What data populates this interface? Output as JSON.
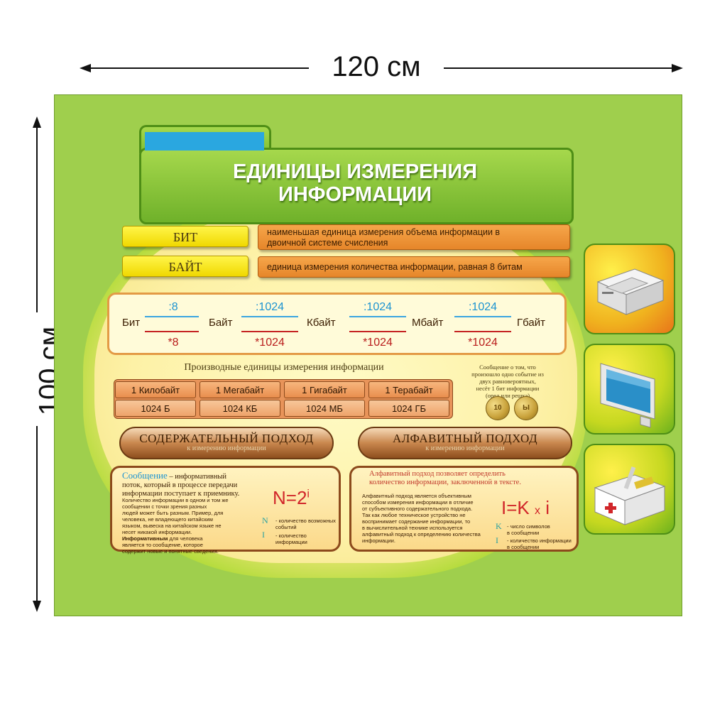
{
  "dimensions": {
    "width_label": "120 см",
    "height_label": "100 см"
  },
  "header": {
    "title_line1": "ЕДИНИЦЫ ИЗМЕРЕНИЯ",
    "title_line2": "ИНФОРМАЦИИ"
  },
  "definitions": [
    {
      "term": "БИТ",
      "text_line1": "наименьшая единица измерения объема информации в",
      "text_line2": "двоичной системе счисления"
    },
    {
      "term": "БАЙТ",
      "text_line1": "единица измерения количества информации, равная 8 битам",
      "text_line2": ""
    }
  ],
  "conversion": {
    "units": [
      "Бит",
      "Байт",
      "Кбайт",
      "Мбайт",
      "Гбайт"
    ],
    "divide": [
      ":8",
      ":1024",
      ":1024",
      ":1024"
    ],
    "multiply": [
      "*8",
      "*1024",
      "*1024",
      "*1024"
    ]
  },
  "derived": {
    "title": "Производные единицы измерения информации",
    "headers": [
      "1 Килобайт",
      "1 Мегабайт",
      "1 Гигабайт",
      "1 Терабайт"
    ],
    "values": [
      "1024 Б",
      "1024 КБ",
      "1024 МБ",
      "1024 ГБ"
    ]
  },
  "coin_note": {
    "lines": [
      "Сообщение о том, что",
      "произошло одно событие из",
      "двух равновероятных,",
      "несёт 1 бит информации",
      "(орел или решка)"
    ],
    "coin1": "10",
    "coin2": "Ы"
  },
  "approaches": {
    "content": {
      "title": "СОДЕРЖАТЕЛЬНЫЙ ПОДХОД",
      "subtitle": "к измерению информации"
    },
    "alphabet": {
      "title": "АЛФАВИТНЫЙ ПОДХОД",
      "subtitle": "к измерению информации"
    }
  },
  "content_panel": {
    "lead_word": "Сообщение",
    "lead_rest": " – информативный",
    "lead_line2": "поток, который  в процессе передачи",
    "lead_line3": "информации поступает к приемнику.",
    "body": [
      "Количество информации в одном и том же",
      "сообщении с точки зрения разных",
      "людей может быть разным. Пример, для",
      "человека, не владеющего китайским",
      "языком, вывеска на китайском языке не",
      "несет никакой информации."
    ],
    "body2_bold": "Информативным",
    "body2_rest": " для человека",
    "body2": [
      "является то сообщение, которое",
      "содержит новые и понятные сведения."
    ],
    "formula_base": "N=2",
    "formula_exp": "i",
    "var1": "N",
    "var1_desc_line1": "- количество возможных",
    "var1_desc_line2": "событий",
    "var2": "I",
    "var2_desc": "- количество информации"
  },
  "alphabet_panel": {
    "lead_line1": "Алфавитный  подход позволяет определить",
    "lead_line2": "количество информации, заключенной  в тексте.",
    "body": [
      "Алфавитный подход является объективным",
      "способом измерения информации в отличие",
      "от субъективного содержательного подхода.",
      "Так как любое техническое устройство не",
      "воспринимает содержание информации, то",
      "в вычислительной технике используется",
      "алфавитный подход к определению количества",
      "информации."
    ],
    "formula_left": "I=K",
    "formula_op": "x",
    "formula_right": "i",
    "var1": "K",
    "var1_desc_line1": "- число символов",
    "var1_desc_line2": "в сообщении",
    "var2": "I",
    "var2_desc_line1": "- количество информации",
    "var2_desc_line2": "в сообщении"
  },
  "side_icons": [
    "printer-icon",
    "monitor-icon",
    "first-aid-kit-icon"
  ]
}
